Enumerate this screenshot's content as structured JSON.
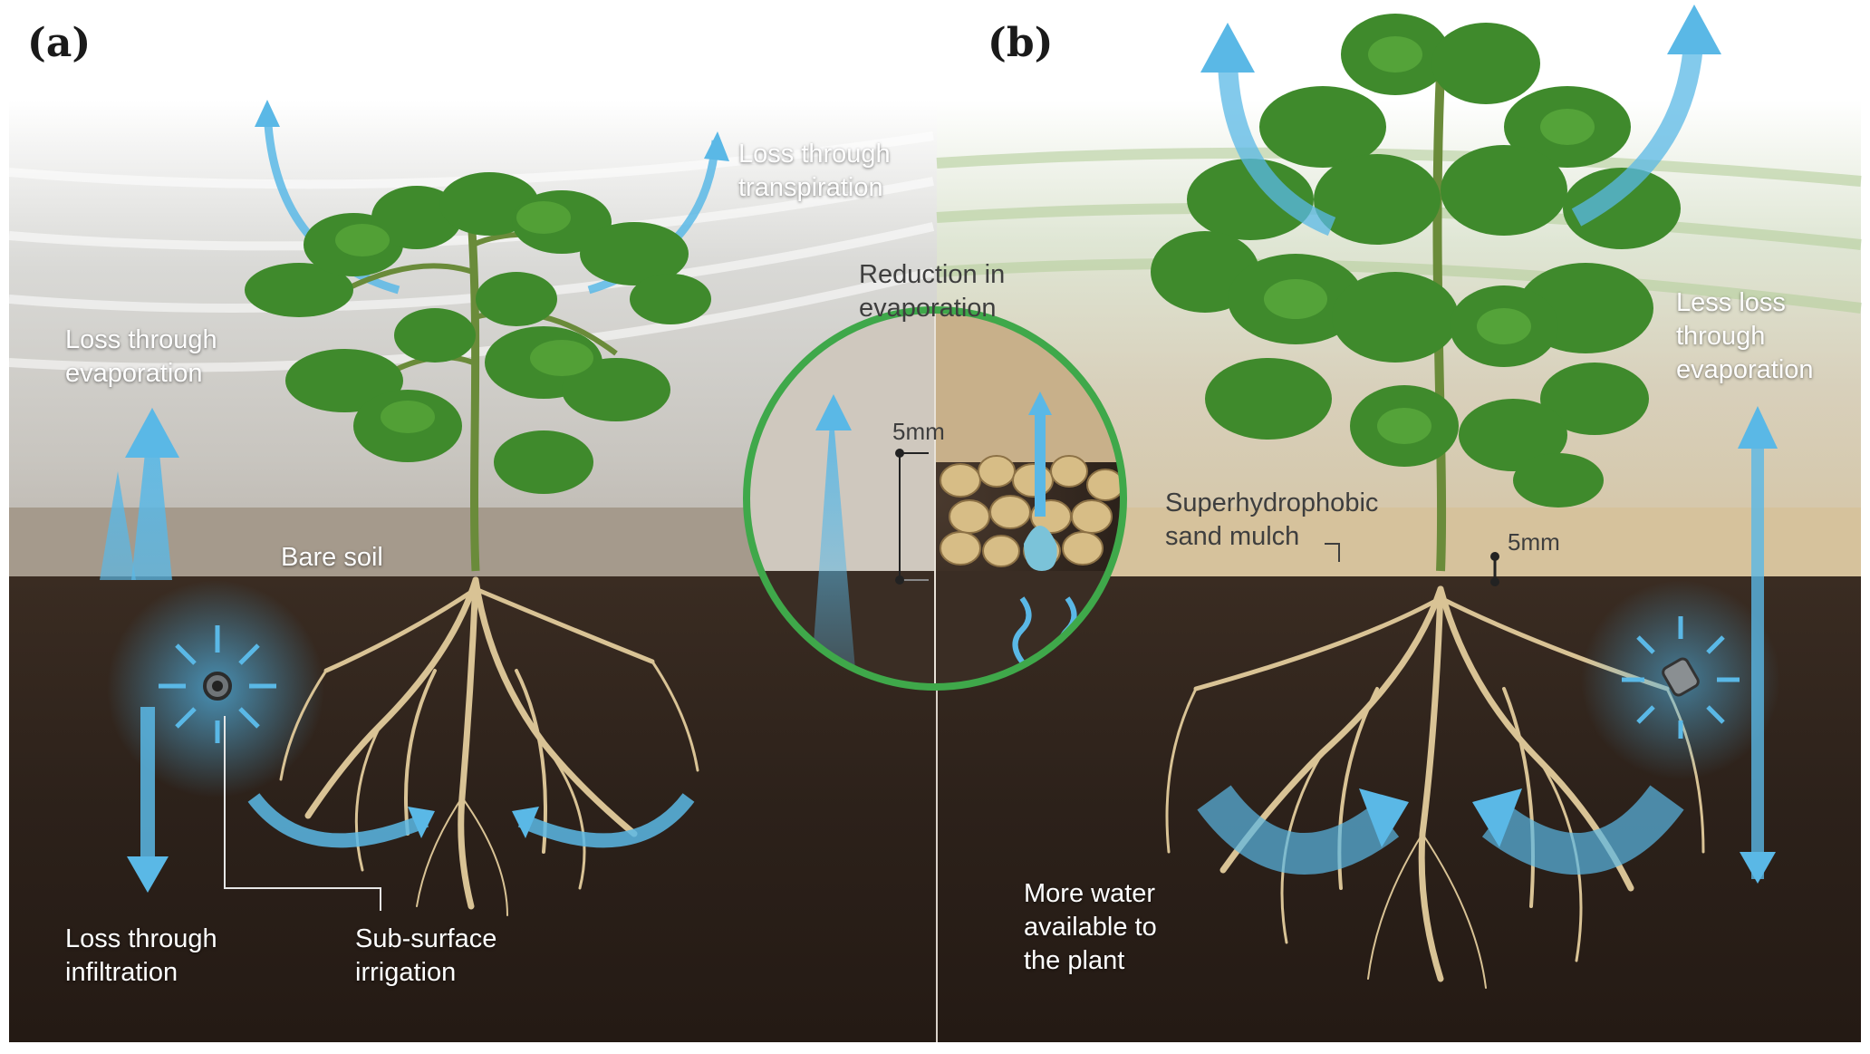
{
  "panels": {
    "a": {
      "label": "(a)"
    },
    "b": {
      "label": "(b)"
    }
  },
  "labels": {
    "loss_transpiration": "Loss through\ntranspiration",
    "loss_evaporation": "Loss through\nevaporation",
    "bare_soil": "Bare soil",
    "loss_infiltration": "Loss through\ninfiltration",
    "subsurface_irrigation": "Sub-surface\nirrigation",
    "reduction_evaporation": "Reduction in\nevaporation",
    "inset_depth": "5mm",
    "mulch": "Superhydrophobic\nsand mulch",
    "mulch_depth": "5mm",
    "less_loss": "Less loss\nthrough\nevaporation",
    "more_water": "More water\navailable to\nthe plant"
  },
  "colors": {
    "water_arrow": "#5ab8e6",
    "soil_dark": "#2e221b",
    "inset_ring": "#3fa84a",
    "leaf": "#3f8a2c",
    "root": "#d9c395"
  }
}
